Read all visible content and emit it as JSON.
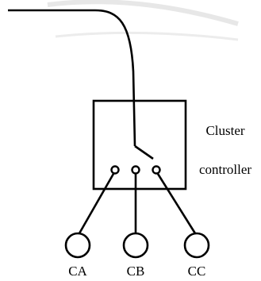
{
  "diagram": {
    "controller_label": [
      "Cluster",
      "controller"
    ],
    "nodes": [
      {
        "id": "ca",
        "label": "CA"
      },
      {
        "id": "cb",
        "label": "CB"
      },
      {
        "id": "cc",
        "label": "CC"
      }
    ],
    "colors": {
      "stroke": "#000000",
      "background": "#ffffff",
      "watermark": "#c9c9c9"
    }
  }
}
